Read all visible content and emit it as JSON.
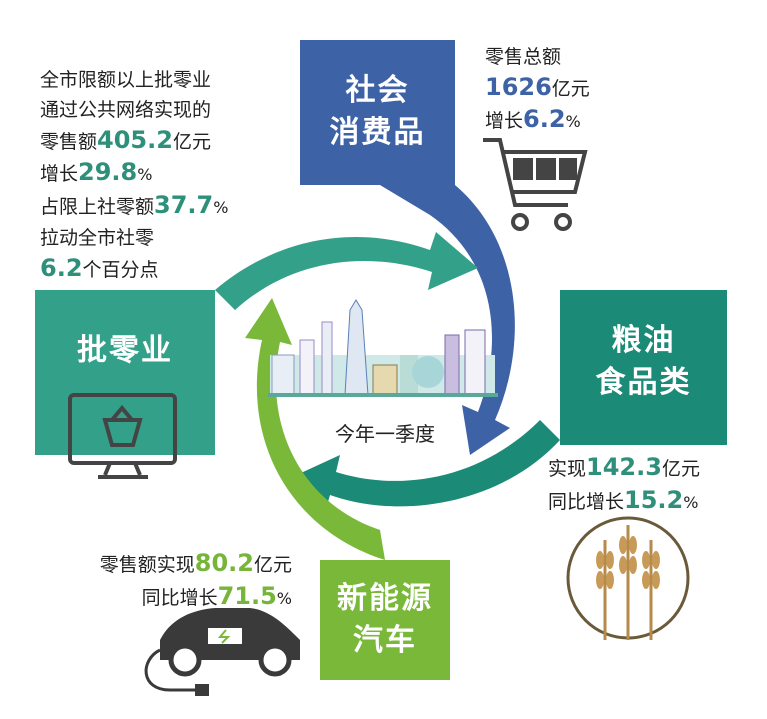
{
  "center": {
    "label": "今年一季度"
  },
  "social_consumer": {
    "title_line1": "社会",
    "title_line2": "消费品",
    "line1": "零售总额",
    "value1": "1626",
    "unit1": "亿元",
    "line2_prefix": "增长",
    "value2": "6.2",
    "unit2": "%"
  },
  "wholesale_retail": {
    "title": "批零业",
    "line1": "全市限额以上批零业",
    "line2": "通过公共网络实现的",
    "line3_prefix": "零售额",
    "value1": "405.2",
    "unit1": "亿元",
    "line4_prefix": "增长",
    "value2": "29.8",
    "unit2": "%",
    "line5_prefix": "占限上社零额",
    "value3": "37.7",
    "unit3": "%",
    "line6": "拉动全市社零",
    "value4": "6.2",
    "line7_suffix": "个百分点"
  },
  "grain_oil_food": {
    "title_line1": "粮油",
    "title_line2": "食品类",
    "line1_prefix": "实现",
    "value1": "142.3",
    "unit1": "亿元",
    "line2_prefix": "同比增长",
    "value2": "15.2",
    "unit2": "%"
  },
  "new_energy_vehicle": {
    "title_line1": "新能源",
    "title_line2": "汽车",
    "line1_prefix": "零售额实现",
    "value1": "80.2",
    "unit1": "亿元",
    "line2_prefix": "同比增长",
    "value2": "71.5",
    "unit2": "%"
  },
  "colors": {
    "blue": "#3d62a6",
    "teal": "#2e9a86",
    "dark_teal": "#1b8a77",
    "green": "#7ab83a"
  }
}
